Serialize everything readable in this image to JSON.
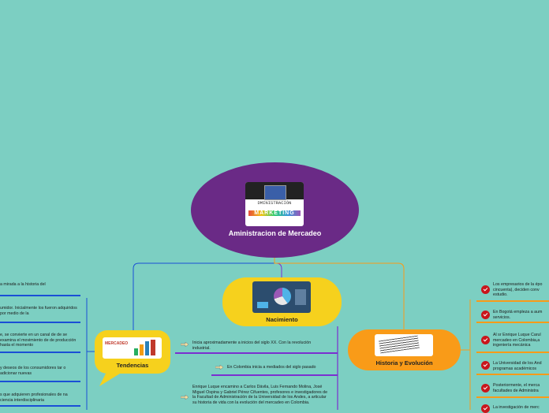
{
  "central": {
    "title": "Aministracion de Mercadeo",
    "image_text_1": "DMINISTRACIÓN",
    "image_text_2": "MARKETING"
  },
  "nacimiento": {
    "label": "Nacimiento",
    "items": [
      "Inicia aproximadamente a inicios del siglo XX. Con la revolución industrial.",
      "En Colombia inicia a mediados del siglo pasado",
      "Enrique Luque encamino a Carlos Dávila, Luis Fernando Molina, José Miguel Ospina y Gabriel Pérez Cifuentes, profesores e investigadores de la Facultad de Administración de la Universidad de los Andes, a articular su historia de vida con la evolución del mercadeo en Colombia."
    ]
  },
  "tendencias": {
    "label": "Tendencias",
    "image_text": "MERCADEO",
    "items": [
      "a mirada a la historia del",
      "umidor. Inicialmente los fueron adquiridos por medio de la",
      "e, se convierte en un canal de de se examina el movimiento de de producción hasta el momento",
      "y deseos de los consumidores tar o adicionar nuevas",
      "s que adquieren profesionales de na ciencia interdisciplinaria"
    ]
  },
  "historia": {
    "label": "Historia y Evolución",
    "items": [
      "Los empresarios de la épo cincuenta), deciden conv estudio.",
      "En Bogotá empleza a aum servicios.",
      "Al sr Enrique Luque Carul mercadeo en Colombia,a ingeniería mecánica",
      "La Universidad de los And programas académicos",
      "Posteriormente, el merca facultades de Administra",
      "La investigación de merc"
    ]
  },
  "colors": {
    "background": "#7ccfc2",
    "central": "#6a2a86",
    "yellow": "#f6d11d",
    "orange": "#f99b18",
    "blue_line": "#1a4fd6",
    "purple_line": "#7b2fd0",
    "check": "#c9161c"
  }
}
